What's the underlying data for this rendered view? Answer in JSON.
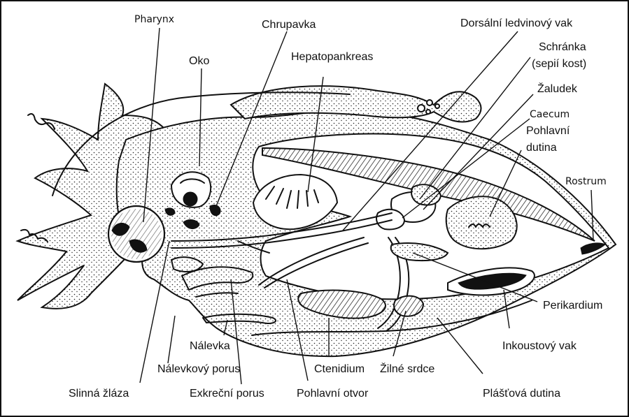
{
  "labels": {
    "pharynx": "Pharynx",
    "chrupavka": "Chrupavka",
    "oko": "Oko",
    "hepatopankreas": "Hepatopankreas",
    "dorsalni_ledvinovy_vak": "Dorsální ledvinový vak",
    "schranka_1": "Schránka",
    "schranka_2": "(sepií kost)",
    "zaludek": "Žaludek",
    "caecum": "Caecum",
    "pohlavni_dutina_1": "Pohlavní",
    "pohlavni_dutina_2": "dutina",
    "rostrum": "Rostrum",
    "perikardium": "Perikardium",
    "inkoustovy_vak": "Inkoustový vak",
    "plastova_dutina": "Plášťová dutina",
    "zilne_srdce": "Žilné srdce",
    "ctenidium": "Ctenidium",
    "pohlavni_otvor": "Pohlavní otvor",
    "exkrecni_porus": "Exkreční porus",
    "nalevkovy_porus": "Nálevkový porus",
    "nalevka": "Nálevka",
    "slinna_zlaza": "Slinná žláza"
  },
  "colors": {
    "ink": "#111111",
    "background": "#ffffff"
  }
}
